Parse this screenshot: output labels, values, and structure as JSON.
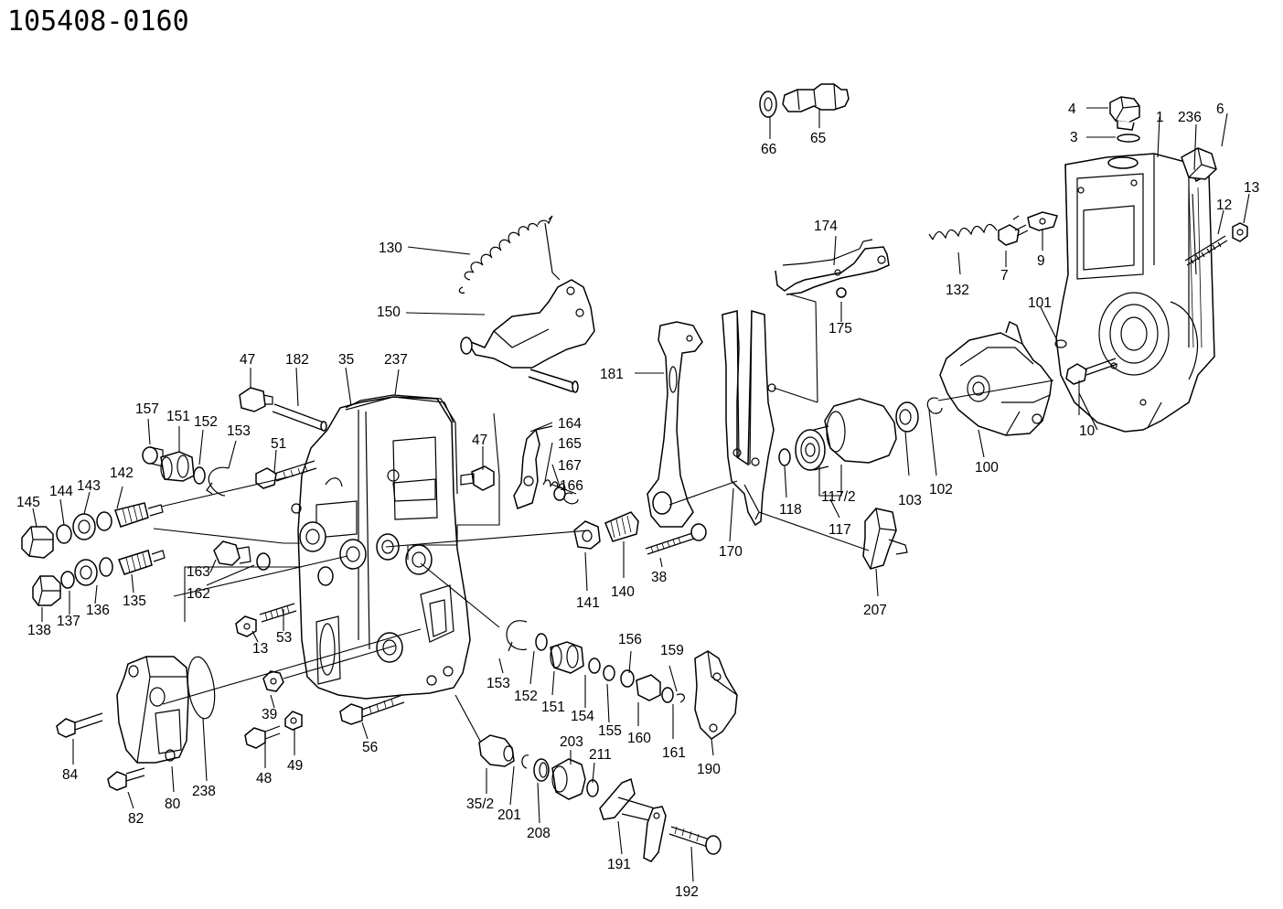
{
  "title": "105408-0160",
  "labels": {
    "p66": "66",
    "p65": "65",
    "p4": "4",
    "p3": "3",
    "p1": "1",
    "p236": "236",
    "p6": "6",
    "p13a": "13",
    "p12": "12",
    "p174": "174",
    "p132": "132",
    "p7": "7",
    "p9": "9",
    "p175": "175",
    "p130": "130",
    "p150": "150",
    "p101": "101",
    "p181": "181",
    "p47a": "47",
    "p182": "182",
    "p35": "35",
    "p237": "237",
    "p157": "157",
    "p151a": "151",
    "p152a": "152",
    "p153a": "153",
    "p164": "164",
    "p165": "165",
    "p167": "167",
    "p166": "166",
    "p47b": "47",
    "p51": "51",
    "p145": "145",
    "p144": "144",
    "p143": "143",
    "p142": "142",
    "p100": "100",
    "p10": "10",
    "p117_2": "117/2",
    "p103": "103",
    "p102": "102",
    "p118": "118",
    "p117": "117",
    "p170": "170",
    "p38": "38",
    "p140": "140",
    "p141": "141",
    "p207": "207",
    "p163": "163",
    "p162": "162",
    "p138": "138",
    "p137": "137",
    "p136": "136",
    "p135": "135",
    "p13b": "13",
    "p53": "53",
    "p153b": "153",
    "p152b": "152",
    "p151b": "151",
    "p154": "154",
    "p155": "155",
    "p156": "156",
    "p160": "160",
    "p159": "159",
    "p161": "161",
    "p190": "190",
    "p39": "39",
    "p84": "84",
    "p80": "80",
    "p238": "238",
    "p48": "48",
    "p49": "49",
    "p56": "56",
    "p82": "82",
    "p35_2": "35/2",
    "p201": "201",
    "p208": "208",
    "p203": "203",
    "p211": "211",
    "p191": "191",
    "p192": "192"
  }
}
